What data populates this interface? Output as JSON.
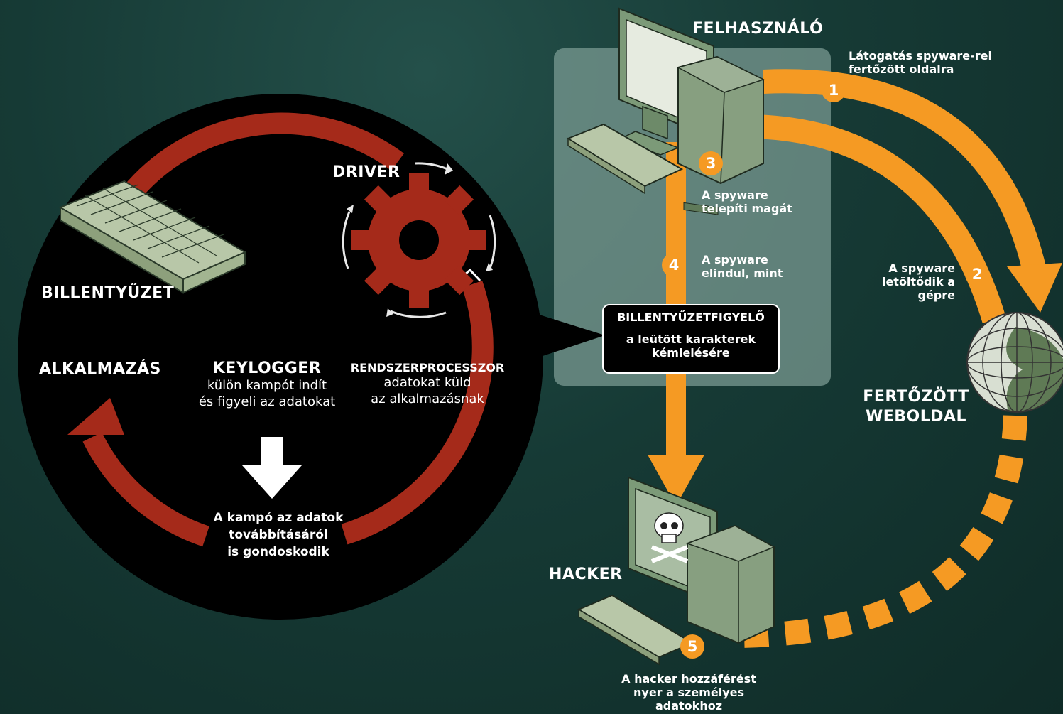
{
  "labels": {
    "billentyuzet": "BILLENTYŰZET",
    "driver": "DRIVER",
    "alkalmazas": "ALKALMAZÁS",
    "keylogger_title": "KEYLOGGER",
    "keylogger_line1": "külön kampót indít",
    "keylogger_line2": "és figyeli az adatokat",
    "rendszer_title": "RENDSZERPROCESSZOR",
    "rendszer_line1": "adatokat küld",
    "rendszer_line2": "az alkalmazásnak",
    "kampo_line1": "A kampó az adatok",
    "kampo_line2": "továbbításáról",
    "kampo_line3": "is gondoskodik",
    "felhasznalo": "FELHASZNÁLÓ",
    "hacker": "HACKER",
    "fertozott_line1": "FERTŐZÖTT",
    "fertozott_line2": "WEBOLDAL",
    "monitor_title": "BILLENTYŰZETFIGYELŐ",
    "monitor_line1": "a leütött karakterek",
    "monitor_line2": "kémlelésére"
  },
  "steps": [
    {
      "number": "1",
      "line1": "Látogatás spyware-rel",
      "line2": "fertőzött oldalra"
    },
    {
      "number": "2",
      "line1": "A spyware",
      "line2": "letöltődik a",
      "line3": "gépre"
    },
    {
      "number": "3",
      "line1": "A spyware",
      "line2": "telepíti magát"
    },
    {
      "number": "4",
      "line1": "A spyware",
      "line2": "elindul, mint"
    },
    {
      "number": "5",
      "line1": "A hacker hozzáférést",
      "line2": "nyer a személyes",
      "line3": "adatokhoz"
    }
  ],
  "colors": {
    "orange": "#f59a23",
    "red": "#a52a1a",
    "panel": "#6e8c86",
    "computer": "#7c9a78"
  }
}
